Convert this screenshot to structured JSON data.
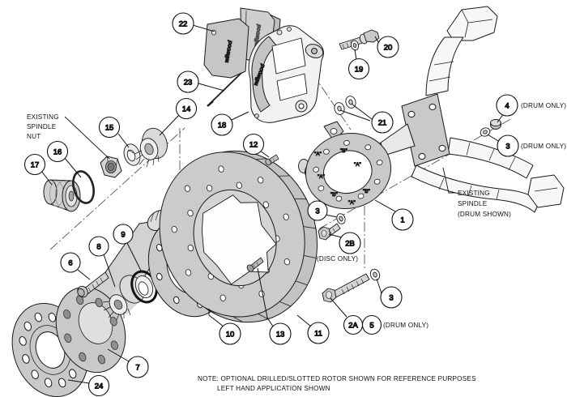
{
  "callouts": {
    "c1": "1",
    "c2a": "2A",
    "c2b": "2B",
    "c3": "3",
    "c4": "4",
    "c5": "5",
    "c6": "6",
    "c7": "7",
    "c8": "8",
    "c9": "9",
    "c10": "10",
    "c11": "11",
    "c12": "12",
    "c13": "13",
    "c14": "14",
    "c15": "15",
    "c16": "16",
    "c17": "17",
    "c18": "18",
    "c19": "19",
    "c20": "20",
    "c21": "21",
    "c22": "22",
    "c23": "23",
    "c24": "24"
  },
  "labels": {
    "drum_only": "(DRUM ONLY)",
    "disc_only": "(DISC ONLY)",
    "spindle_nut": {
      "l1": "EXISTING",
      "l2": "SPINDLE",
      "l3": "NUT"
    },
    "spindle": {
      "l1": "EXISTING",
      "l2": "SPINDLE",
      "l3": "(DRUM SHOWN)"
    }
  },
  "note": {
    "l1": "NOTE: OPTIONAL DRILLED/SLOTTED ROTOR SHOWN FOR REFERENCE PURPOSES",
    "l2": "LEFT HAND APPLICATION SHOWN"
  },
  "brand": "wilwood",
  "holes": {
    "a": "\"A\"",
    "b": "\"B\""
  },
  "colors": {
    "part_gray": "#c9c9c9",
    "rotor_gray": "#cbcbcb",
    "line": "#1a1a1a",
    "background": "#ffffff"
  }
}
